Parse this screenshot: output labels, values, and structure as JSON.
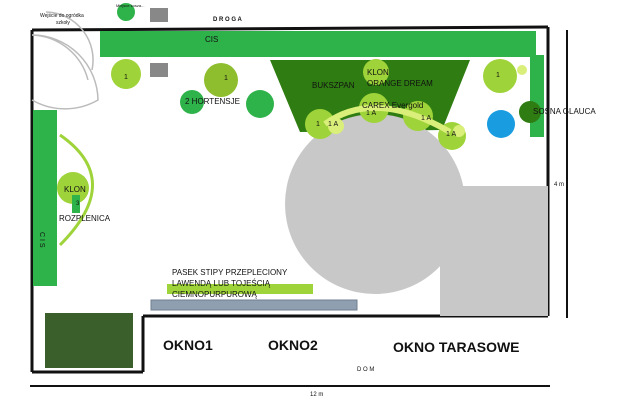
{
  "labels": {
    "entrance": "Wejście do ogródka",
    "entrance2": "szkoły",
    "road": "D R O G A",
    "top_top_label": "Miejsce kosza...",
    "cis_top": "CIS",
    "cis_left": "C I S",
    "bukszpan": "BUKSZPAN",
    "klon_orange_1": "KLON",
    "klon_orange_2": "ORANGE DREAM",
    "carex": "CAREX Evergold",
    "hortensje": "2 HORTENSJE",
    "sosna": "SOSNA GLAUCA",
    "klon_left": "KLON",
    "rozplenica": "ROZPLENICA",
    "stipa_1": "PASEK STIPY PRZEPLECIONY",
    "stipa_2": "LAWENDĄ LUB TOJEŚCIĄ",
    "stipa_3": "CIEMNOPURPUROWĄ",
    "okno1": "OKNO1",
    "okno2": "OKNO2",
    "okno_tarasowe": "OKNO TARASOWE",
    "dom": "D O M",
    "width_dim": "12 m",
    "height_dim": "4 m"
  },
  "markers": {
    "one": "1",
    "one_a": "1 A",
    "three": "3"
  },
  "colors": {
    "green": "#2eb24a",
    "dark_green": "#2f7d12",
    "lime": "#9fd33a",
    "olive": "#8ebd2e",
    "light_yellow_green": "#d9ef7a",
    "blue": "#1a9ce0",
    "gray_patio": "#c8c8c8",
    "dark_lawn": "#3a5f2a"
  }
}
